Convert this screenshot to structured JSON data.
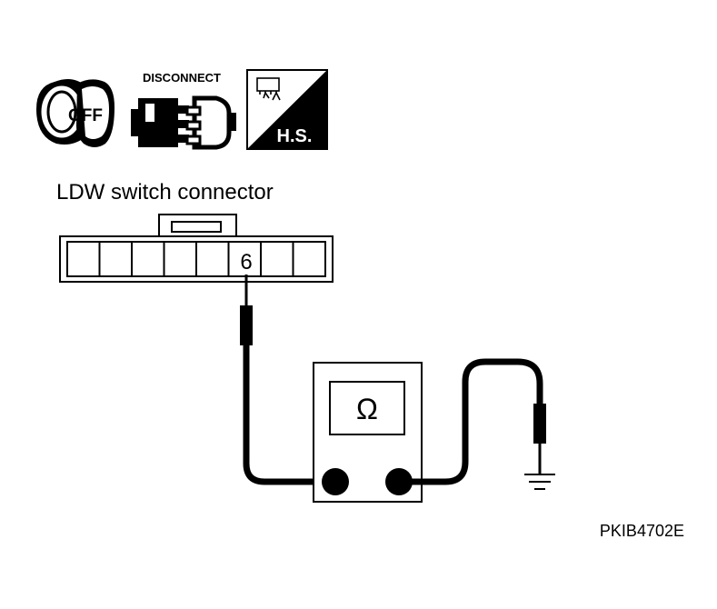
{
  "icons": {
    "ignition": {
      "name": "ignition-key-off-icon",
      "label": "OFF"
    },
    "disconnect": {
      "name": "disconnect-connector-icon",
      "label": "DISCONNECT"
    },
    "harness": {
      "name": "harness-side-icon",
      "label": "H.S."
    }
  },
  "connector": {
    "title": "LDW switch connector",
    "terminal_count": 8,
    "probed_terminal_index": 5,
    "probed_terminal_label": "6"
  },
  "meter": {
    "symbol": "Ω"
  },
  "figure_id": "PKIB4702E",
  "colors": {
    "line": "#000000",
    "background": "#ffffff"
  }
}
